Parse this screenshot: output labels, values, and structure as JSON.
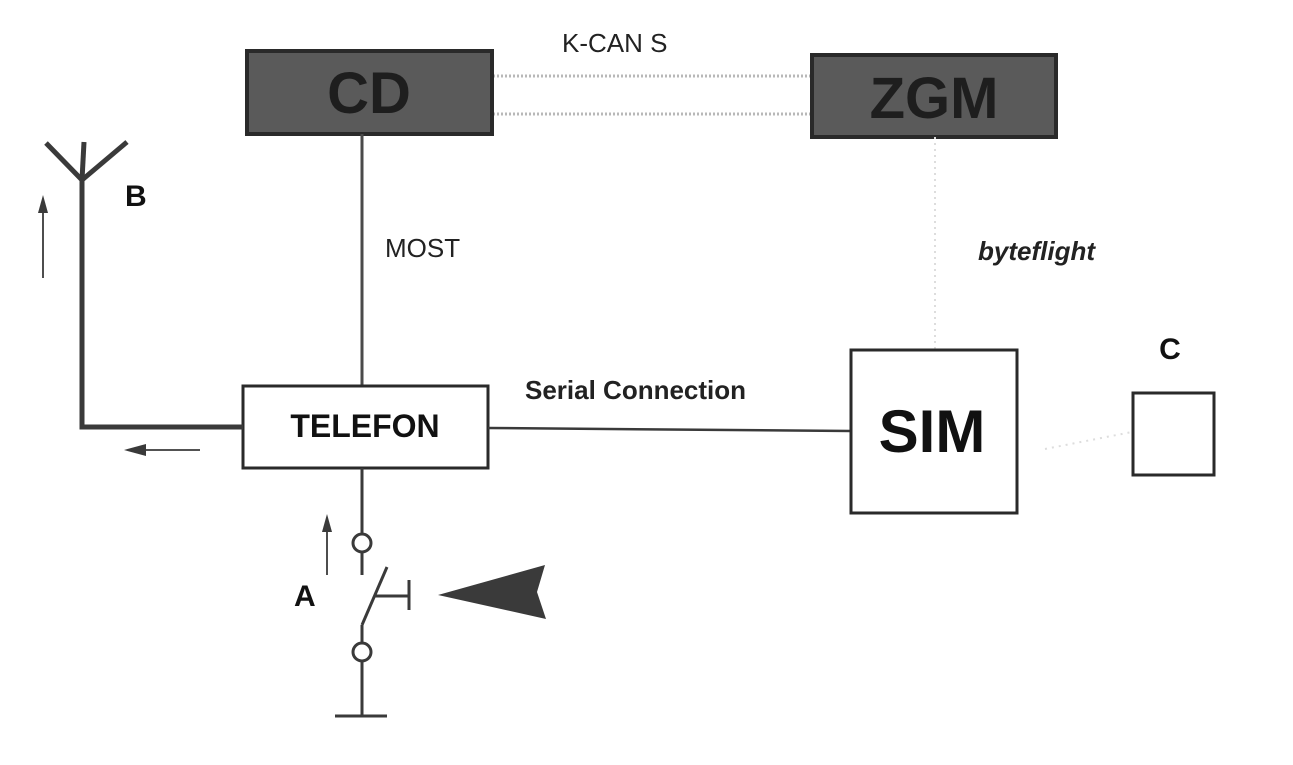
{
  "nodes": {
    "cd": "CD",
    "zgm": "ZGM",
    "telefon": "TELEFON",
    "sim": "SIM"
  },
  "connections": {
    "k_can_s": "K-CAN S",
    "most": "MOST",
    "byteflight": "byteflight",
    "serial": "Serial Connection"
  },
  "markers": {
    "a": "A",
    "b": "B",
    "c": "C"
  },
  "colors": {
    "dark_box_fill": "#5a5a5a",
    "line": "#3a3a3a",
    "text": "#222222",
    "dotted_bus": "#b8b8b8"
  },
  "icons": [
    "antenna-icon",
    "switch-icon",
    "ground-icon",
    "arrow-pointer-icon"
  ]
}
